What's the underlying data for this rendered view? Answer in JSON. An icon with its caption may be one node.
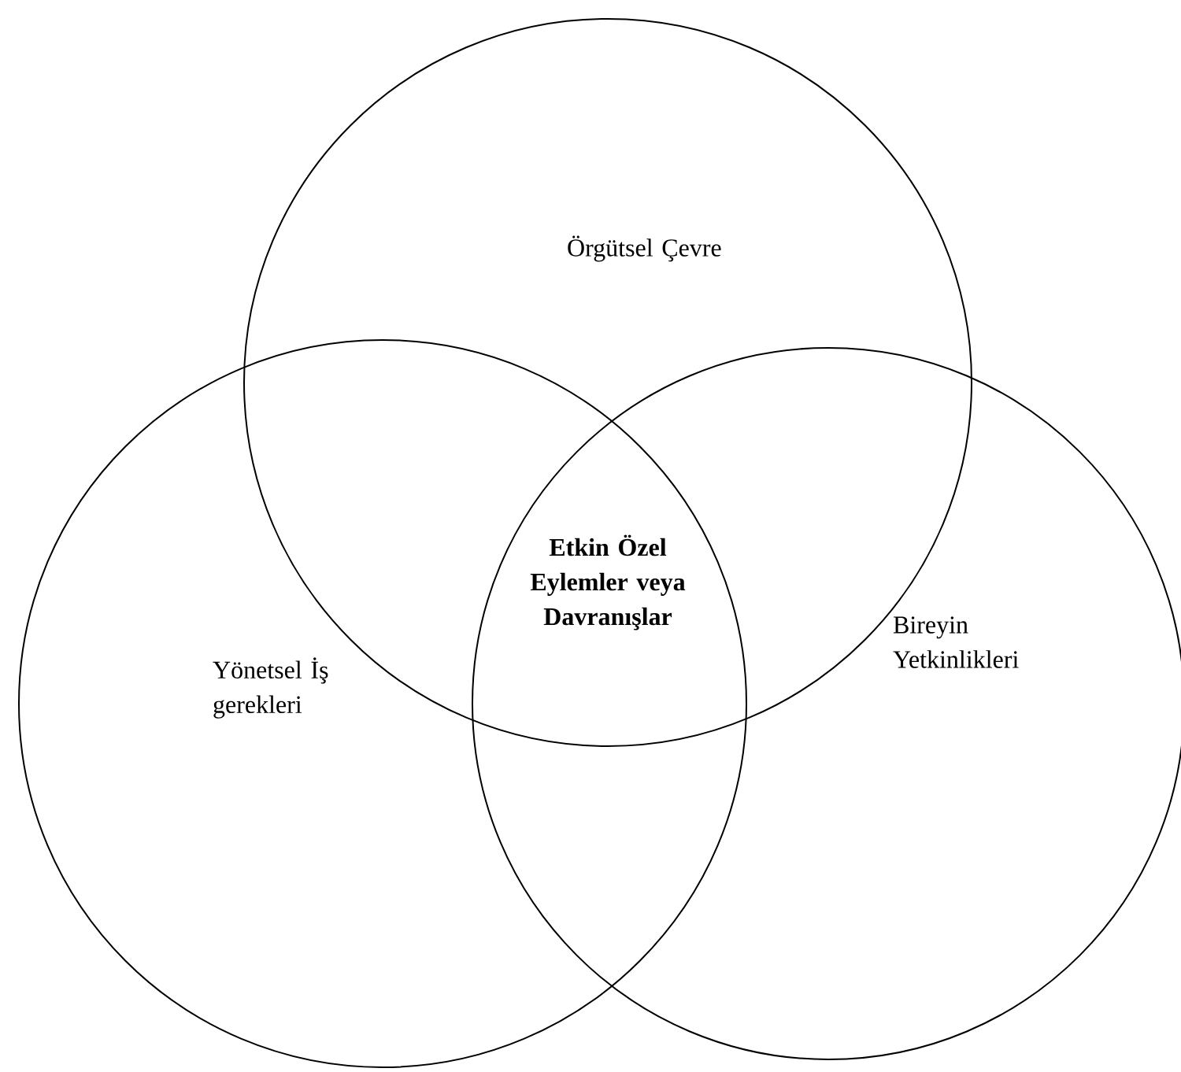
{
  "diagram": {
    "nodes": [
      {
        "text": [
          "Örgütsel Çevre"
        ]
      },
      {
        "text": [
          "Yönetsel İş gerekleri"
        ]
      },
      {
        "text": [
          "Bireyin Yetkinlikleri"
        ]
      }
    ],
    "labels": [
      "**Etkin Özel Eylemler veya Davranışlar**"
    ]
  }
}
